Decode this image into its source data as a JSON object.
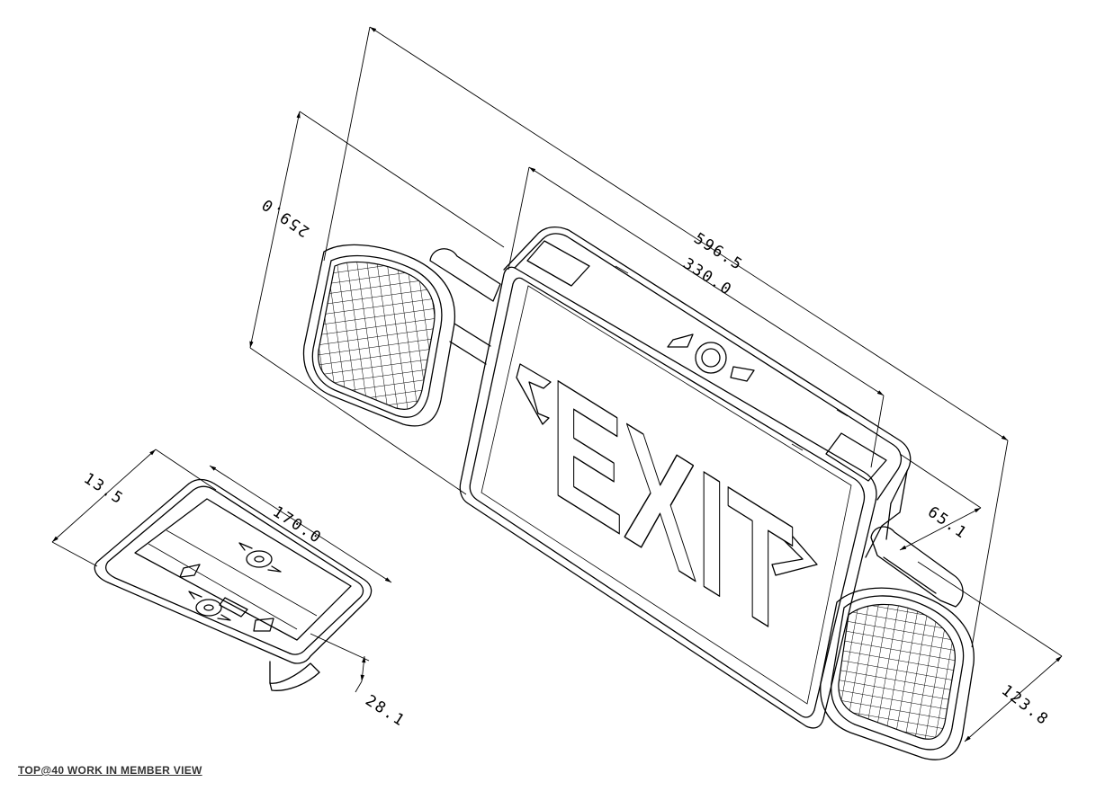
{
  "drawing": {
    "sign_text": "EXIT",
    "dimensions": {
      "overall_length": "596.5",
      "body_length": "330.0",
      "height": "259.0",
      "depth_right": "65.1",
      "lamp_depth": "123.8",
      "mount_plate_length": "170.0",
      "mount_plate_width": "13.5",
      "mount_plate_height": "28.1"
    }
  },
  "caption": "TOP@40 WORK IN MEMBER VIEW"
}
